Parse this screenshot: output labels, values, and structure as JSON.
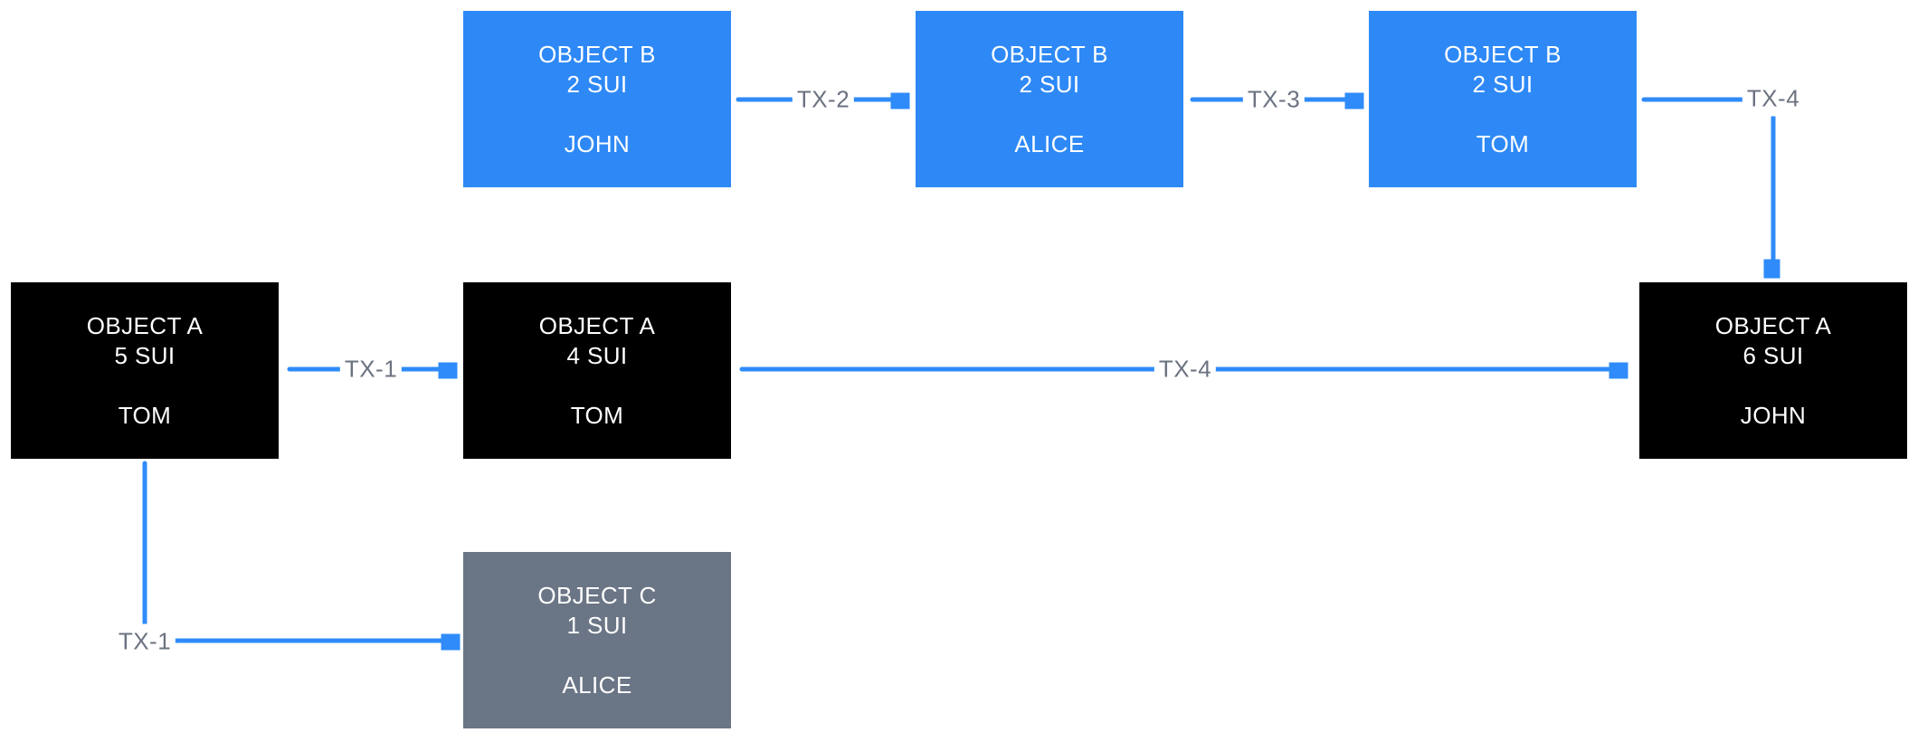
{
  "diagram": {
    "description": "SUI object ownership flow diagram",
    "boxes": [
      {
        "title": "OBJECT B",
        "amount": "2 SUI",
        "owner": "JOHN",
        "color": "#2E89F6"
      },
      {
        "title": "OBJECT B",
        "amount": "2 SUI",
        "owner": "ALICE",
        "color": "#2E89F6"
      },
      {
        "title": "OBJECT B",
        "amount": "2 SUI",
        "owner": "TOM",
        "color": "#2E89F6"
      },
      {
        "title": "OBJECT A",
        "amount": "5 SUI",
        "owner": "TOM",
        "color": "#000000"
      },
      {
        "title": "OBJECT A",
        "amount": "4 SUI",
        "owner": "TOM",
        "color": "#000000"
      },
      {
        "title": "OBJECT A",
        "amount": "6 SUI",
        "owner": "JOHN",
        "color": "#000000"
      },
      {
        "title": "OBJECT C",
        "amount": "1 SUI",
        "owner": "ALICE",
        "color": "#6A7585"
      }
    ],
    "arrows": [
      {
        "label": "TX-1"
      },
      {
        "label": "TX-1"
      },
      {
        "label": "TX-2"
      },
      {
        "label": "TX-3"
      },
      {
        "label": "TX-4"
      },
      {
        "label": "TX-4"
      }
    ],
    "colors": {
      "background": "#FFFFFF",
      "box_blue": "#2E89F6",
      "box_black": "#000000",
      "box_gray": "#6A7585",
      "arrow_blue": "#2F8BF9",
      "label_gray": "#6B7280",
      "box_text": "#FFFFFF"
    }
  }
}
